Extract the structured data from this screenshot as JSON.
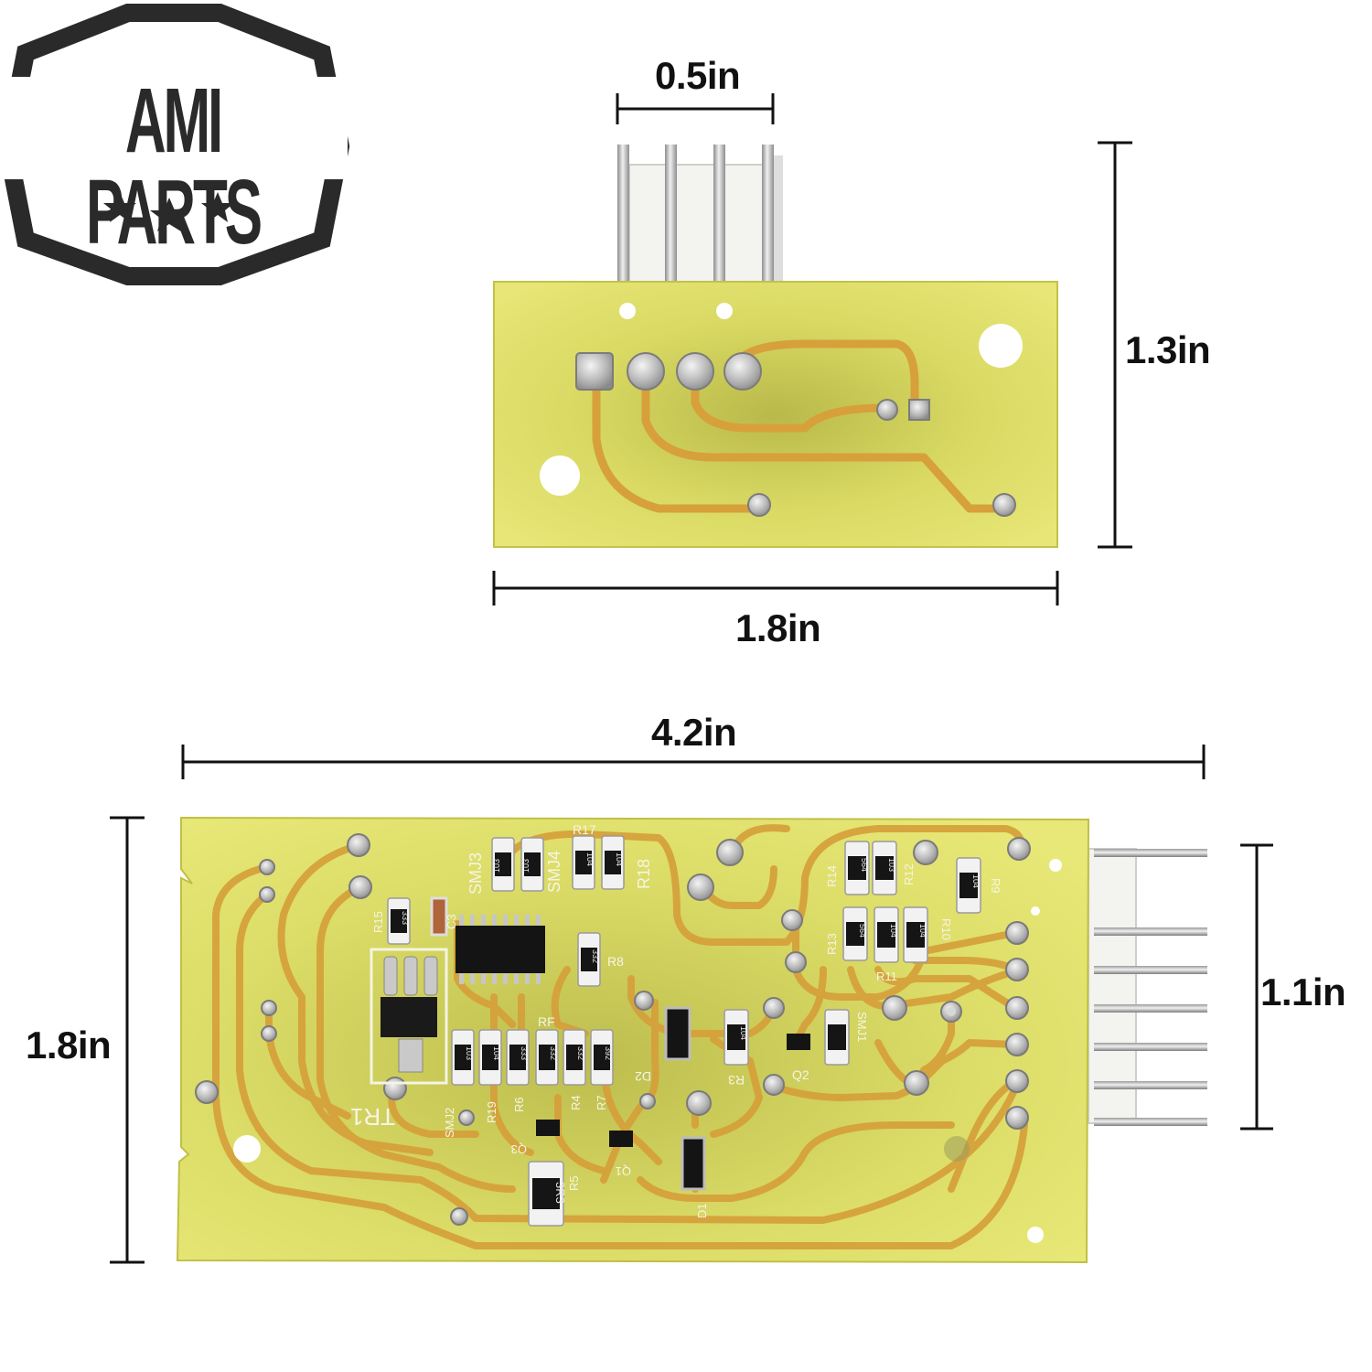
{
  "logo": {
    "brand_text": "AMI PARTS",
    "stars": 3,
    "color": "#2a2a2a"
  },
  "small_board": {
    "connector_width_label": "0.5in",
    "height_label": "1.3in",
    "width_label": "1.8in",
    "connector_pins": 4
  },
  "large_board": {
    "width_label": "4.2in",
    "height_label": "1.8in",
    "pin_span_label": "1.1in",
    "connector_pins": 7,
    "silkscreen": [
      "SMJ3",
      "SMJ4",
      "R17",
      "R18",
      "R15",
      "C3",
      "R8",
      "RF",
      "TR1",
      "SMJ2",
      "R19",
      "R6",
      "R4",
      "R7",
      "D2",
      "R3",
      "Q2",
      "SMJ1",
      "Q3",
      "Q1",
      "R5",
      "D1",
      "R14",
      "R12",
      "R13",
      "R10",
      "R11",
      "R9"
    ],
    "resistor_codes": [
      "103",
      "103",
      "104",
      "104",
      "333",
      "332",
      "103",
      "104",
      "333",
      "332",
      "332",
      "392",
      "104",
      "564",
      "564",
      "103",
      "104",
      "104",
      "104",
      "3R3"
    ]
  },
  "colors": {
    "pcb": "#e3e26a",
    "pcb_dark": "#c9c94a",
    "trace": "#d9a23a",
    "pad": "#c8c8c8",
    "header": "#f2f2ee",
    "dimension_line": "#111111"
  }
}
